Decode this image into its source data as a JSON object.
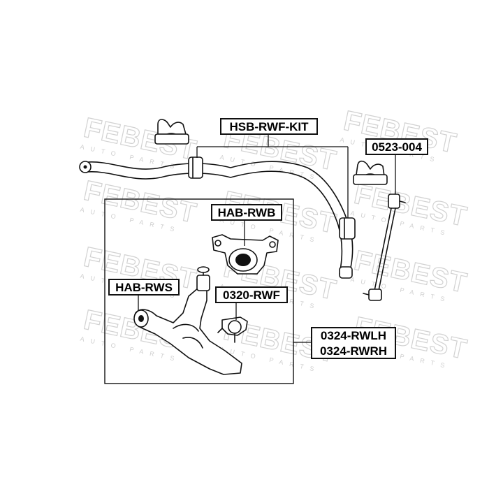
{
  "watermark": {
    "brand": "FEBEST",
    "tagline": "AUTO PARTS"
  },
  "labels": {
    "stabilizer_kit": "HSB-RWF-KIT",
    "stabilizer_link": "0523-004",
    "rear_bushing": "HAB-RWB",
    "front_bushing": "HAB-RWS",
    "ball_joint": "0320-RWF",
    "arm_left": "0324-RWLH",
    "arm_right": "0324-RWRH"
  }
}
